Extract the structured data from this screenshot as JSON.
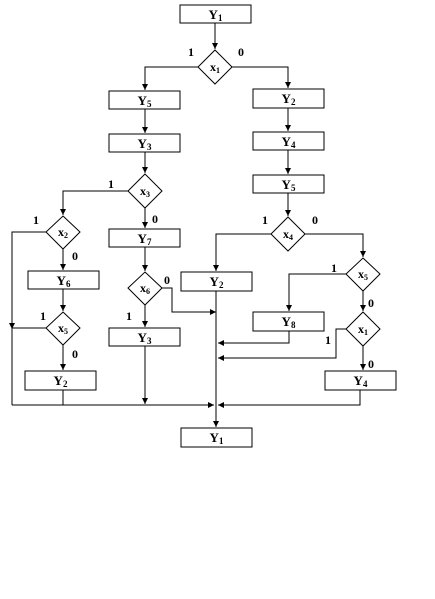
{
  "diagram": {
    "blocks": {
      "b_start": {
        "main": "Y",
        "sub": "1"
      },
      "b_l1": {
        "main": "Y",
        "sub": "5"
      },
      "b_l2": {
        "main": "Y",
        "sub": "3"
      },
      "b_r1": {
        "main": "Y",
        "sub": "2"
      },
      "b_r2": {
        "main": "Y",
        "sub": "4"
      },
      "b_r3": {
        "main": "Y",
        "sub": "5"
      },
      "b_l3": {
        "main": "Y",
        "sub": "7"
      },
      "b_ll1": {
        "main": "Y",
        "sub": "6"
      },
      "b_ll2": {
        "main": "Y",
        "sub": "2"
      },
      "b_lm": {
        "main": "Y",
        "sub": "3"
      },
      "b_m": {
        "main": "Y",
        "sub": "2"
      },
      "b_r4": {
        "main": "Y",
        "sub": "8"
      },
      "b_r5": {
        "main": "Y",
        "sub": "4"
      },
      "b_end": {
        "main": "Y",
        "sub": "1"
      }
    },
    "conditions": {
      "c1": {
        "main": "x",
        "sub": "1"
      },
      "c2": {
        "main": "x",
        "sub": "3"
      },
      "c3": {
        "main": "x",
        "sub": "2"
      },
      "c4": {
        "main": "x",
        "sub": "6"
      },
      "c5": {
        "main": "x",
        "sub": "5"
      },
      "c6": {
        "main": "x",
        "sub": "4"
      },
      "c7": {
        "main": "x",
        "sub": "5"
      },
      "c8": {
        "main": "x",
        "sub": "1"
      }
    },
    "branch_labels": {
      "c1_true": "1",
      "c1_false": "0",
      "c2_true": "1",
      "c2_false": "0",
      "c3_true": "1",
      "c3_false": "0",
      "c4_true": "1",
      "c4_false": "0",
      "c5_true": "1",
      "c5_false": "0",
      "c6_true": "1",
      "c6_false": "0",
      "c7_true": "1",
      "c7_false": "0",
      "c8_true": "1",
      "c8_false": "0"
    }
  }
}
